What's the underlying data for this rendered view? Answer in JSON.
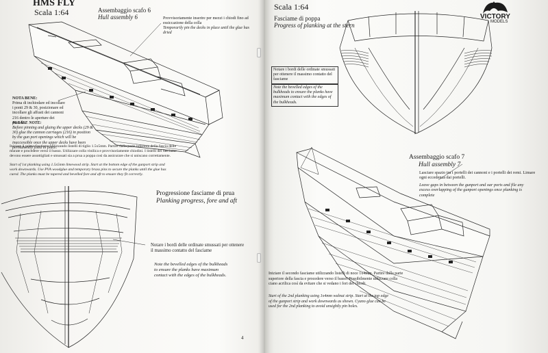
{
  "left": {
    "title": "HMS FLY",
    "scale": "Scala 1:64",
    "assembly_it": "Assembaggio scafo 6",
    "assembly_en": "Hull assembly 6",
    "top_note_it": "Provvisoriamente inserire per mezzi i chiodi fino ad essiccazione della colla",
    "top_note_en": "Temporarily pin the decks in place until the glue has dried",
    "nota_bene_title": "NOTA BENE:",
    "nota_bene_text": "Prima di inchiodare ed incollare i ponti 29 & 30, posizionare ed incollare gli affusti dei cannoni 216 dentro le aperture dei portelli.",
    "please_note_title": "PLEASE NOTE:",
    "please_note_text": "Before pinning and gluing the upper decks (29 & 30) glue the cannon carriages (216) in position by the gun port openings which will be inaccessible once the upper decks have been permanently fixed in place.",
    "planking_it": "Iniziare il primo fasciame utilizzando listelli di tiglio 1.5x5mm. Partire dalla parte inferiore della fascia delle murate e procedere verso il basso. Utilizzare colla vinilica e provvisoriamente chiodini. I listelli del fasciame devono essere assottigliati e smussati sia a prua a poppa così da assicurare che si uniscano correttamente.",
    "planking_en": "Start of 1st planking using 1.5x5mm limewood strip. Start at the bottom edge of the gunport strip and work downwards. Use PVA woodglue and temporary brass pins to secure the planks until the glue has cured. The planks must be tapered and bevelled fore and aft to ensure they fit correctly.",
    "progression_it": "Progressione fasciame di prua",
    "progression_en": "Planking progress, fore and aft",
    "bevel_it": "Notare i bordi delle ordinate smussati per ottenere il massimo contatto del fasciame",
    "bevel_en": "Note the bevelled edges of the bulkheads to ensure the planks have maximum contact with the edges of the bulkheads.",
    "page_number": "4"
  },
  "right": {
    "scale": "Scala 1:64",
    "stern_it": "Fasciame di poppa",
    "stern_en": "Progress of planking at the stern",
    "stern_note_it": "Notare i bordi delle ordinate smussati per ottenere il massimo contatto del fasciame",
    "stern_note_en": "Note the bevelled edges of the bulkheads to ensure the planks have maximum contact with the edges of the bulkheads.",
    "assembly_it": "Assembaggio scafo 7",
    "assembly_en": "Hull assembly 7",
    "gap_it": "Lasciare spazio tra i portelli dei cannoni e i portelli dei remi. Limare ogni eccedenza dai portelli.",
    "gap_en": "Leave gaps in between the gunport and oar ports and file any excess overlapping of the gunport openings once planking is complete",
    "second_it": "Iniziare il secondo fasciame utilizzando listelli di noce 1x4mm. Partire dalla parte superiore della fascia e procedere verso il basso. Possibilmente utilizzare colla ciano acrilica così da evitare che si vedano i fori dei chiodi.",
    "second_en": "Start of the 2nd planking using 1x4mm walnut strip. Start at the top edge of the gunport strip and work downwards as shown. Cyano glue can be used for the 2nd planking to avoid unsightly pin holes.",
    "logo_main": "VICTORY",
    "logo_sub": "MODELS"
  }
}
